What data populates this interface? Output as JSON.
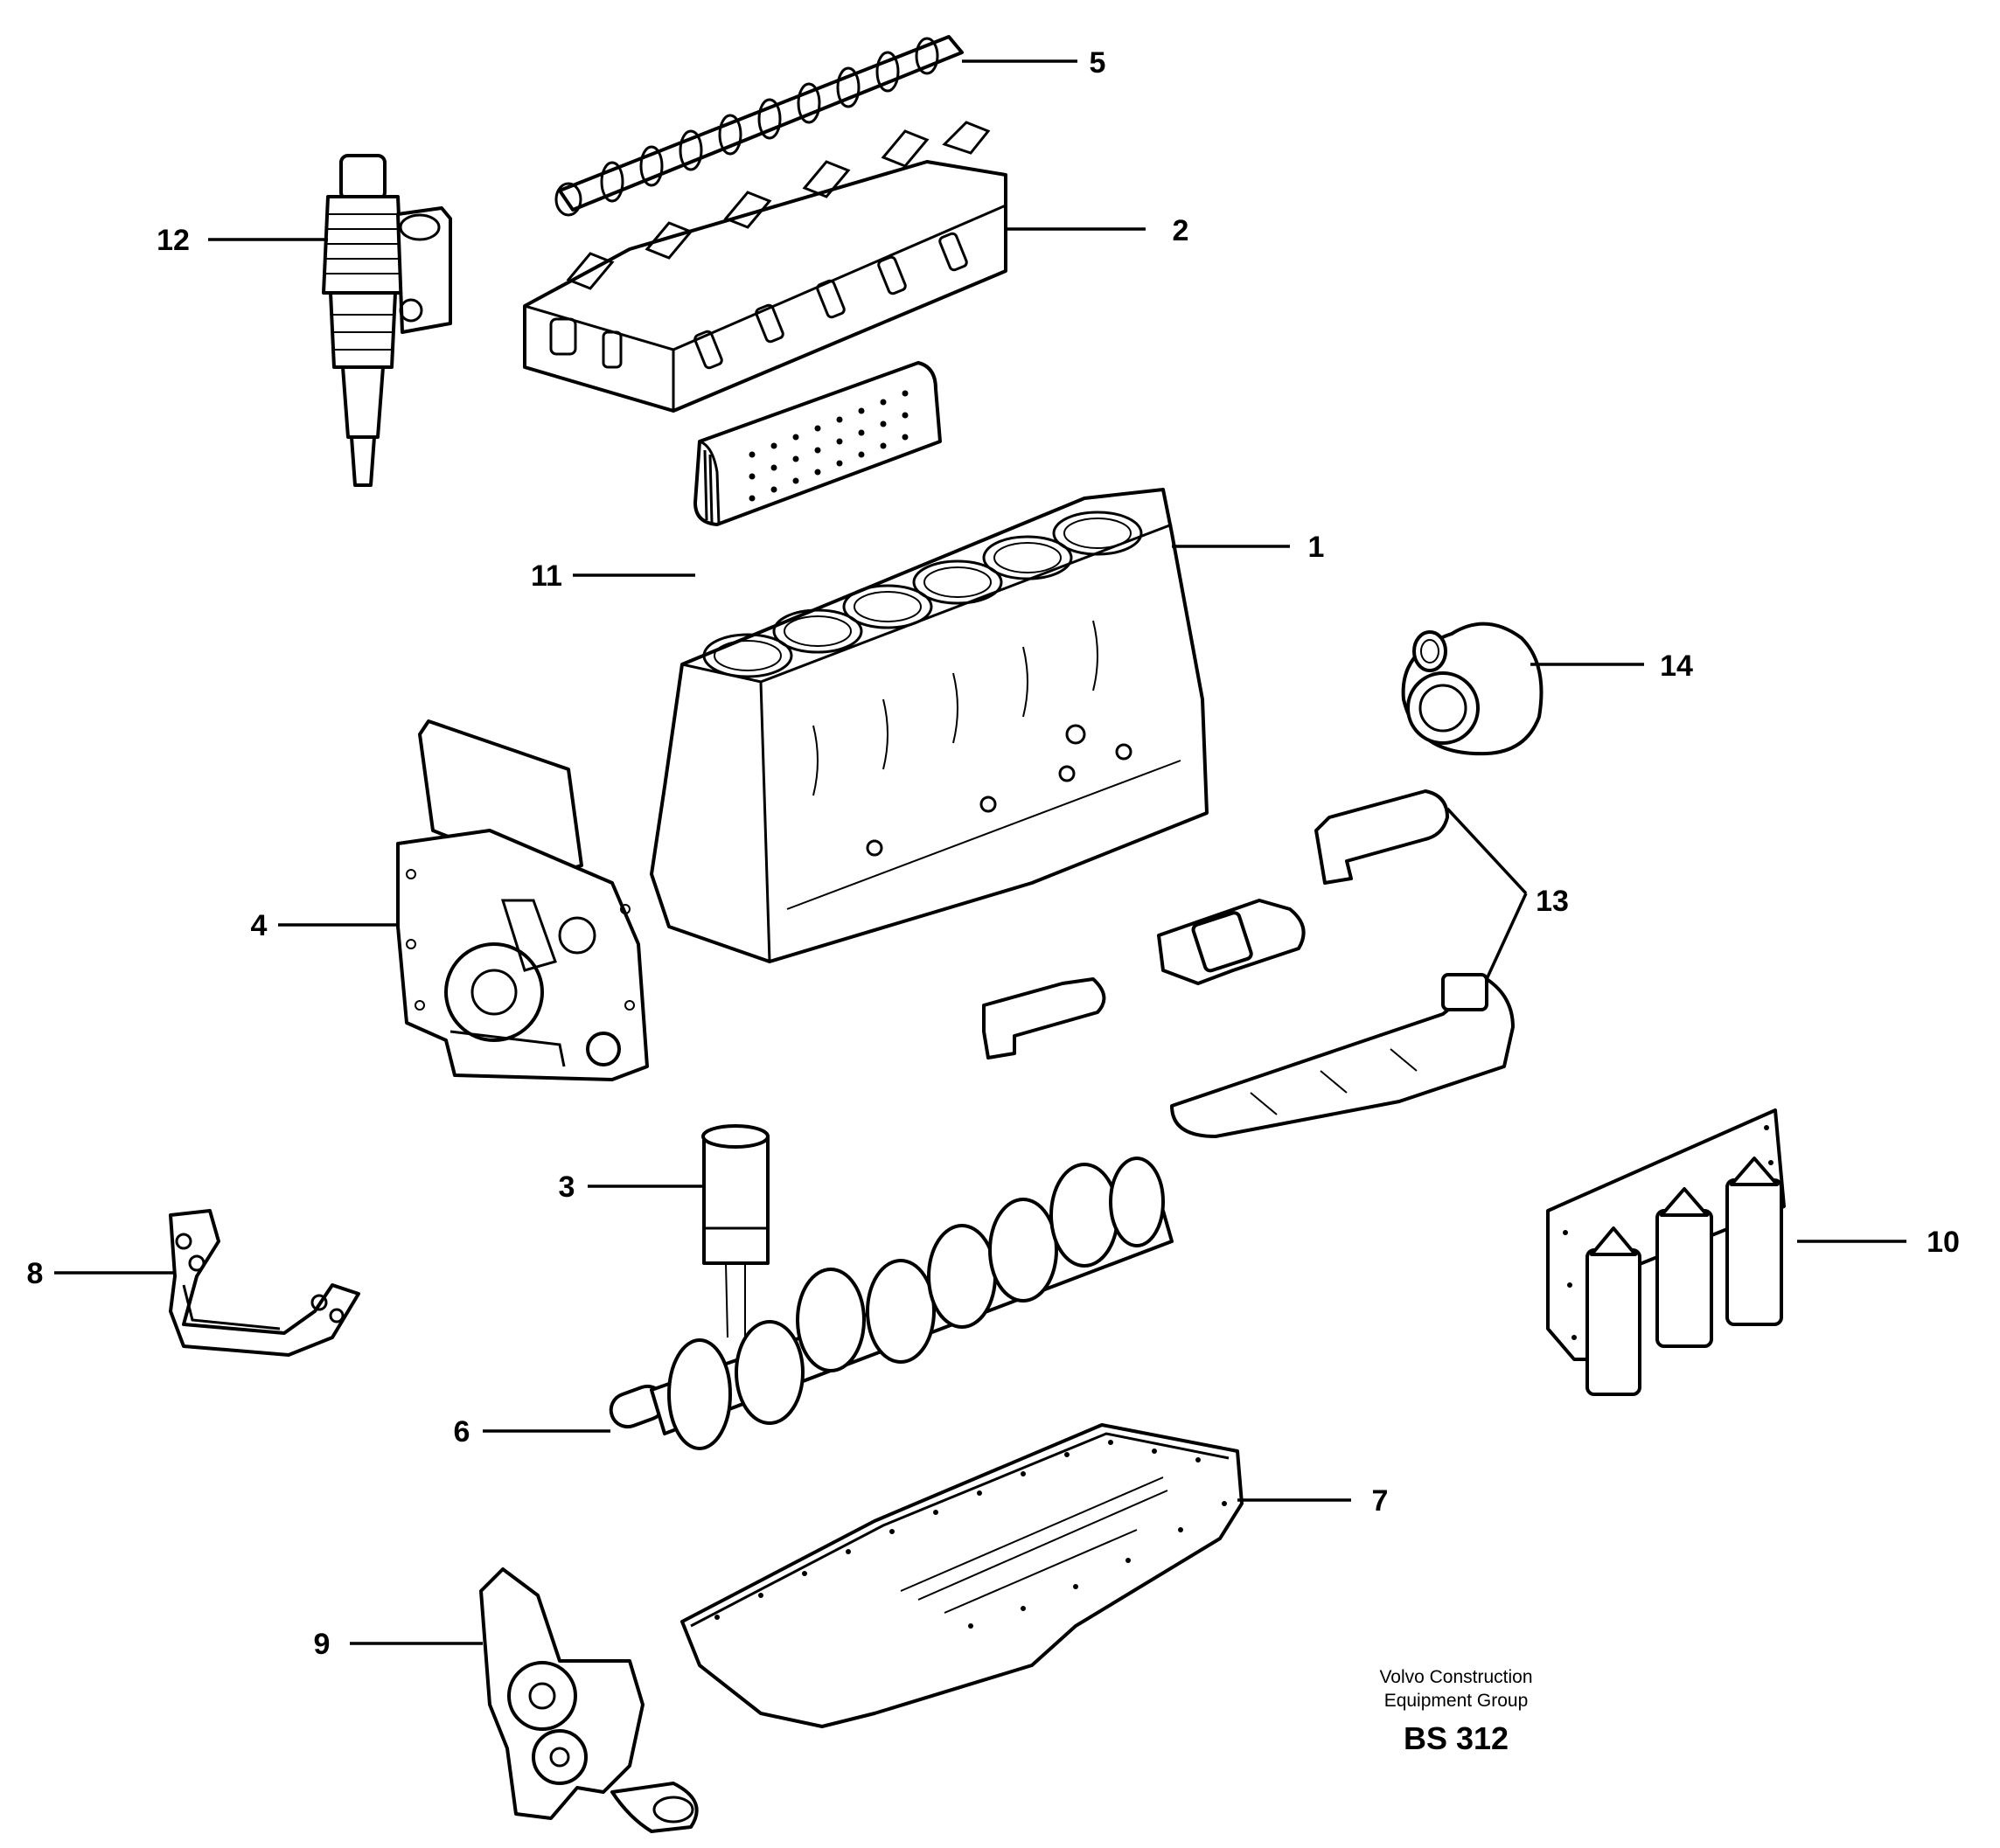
{
  "diagram": {
    "parts": [
      {
        "key": "engine_block",
        "callout": "1"
      },
      {
        "key": "cylinder_head",
        "callout": "2"
      },
      {
        "key": "cylinder_liner",
        "callout": "3"
      },
      {
        "key": "timing_gear_casing",
        "callout": "4"
      },
      {
        "key": "camshaft",
        "callout": "5"
      },
      {
        "key": "crankshaft",
        "callout": "6"
      },
      {
        "key": "oil_sump",
        "callout": "7"
      },
      {
        "key": "oil_pipe_bracket",
        "callout": "8"
      },
      {
        "key": "oil_pump",
        "callout": "9"
      },
      {
        "key": "filter_housing",
        "callout": "10"
      },
      {
        "key": "oil_cooler",
        "callout": "11"
      },
      {
        "key": "unit_injector",
        "callout": "12"
      },
      {
        "key": "exhaust_manifold",
        "callout": "13"
      },
      {
        "key": "turbocharger",
        "callout": "14"
      }
    ]
  },
  "footer": {
    "company_line1": "Volvo Construction",
    "company_line2": "Equipment Group",
    "code": "BS 312"
  }
}
